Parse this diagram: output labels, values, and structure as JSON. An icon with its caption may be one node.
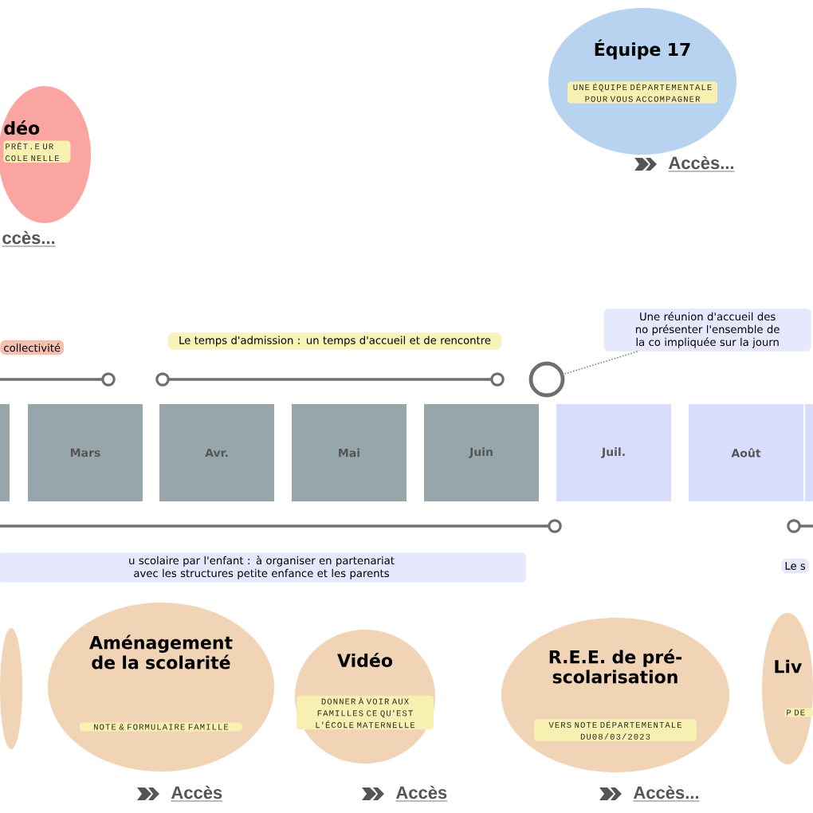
{
  "diagram": {
    "nodes": [
      {
        "text": [
          "déo",
          "PRÊT.E UR COLE NELLE"
        ],
        "beside": [
          "ccès..."
        ]
      },
      {
        "text": [
          "Équipe 17",
          "UNE ÉQUIPE DÉPARTEMENTALE POUR VOUS ACCOMPAGNER"
        ],
        "beside": [
          "Accès..."
        ]
      },
      {
        "text": [
          "collectivité"
        ]
      },
      {
        "text": [
          "Le temps d'admission : un temps d'accueil et de rencontre"
        ]
      },
      {
        "text": [],
        "shape": "circle"
      },
      {
        "text": [
          "Une réunion d'accueil des no présenter l'ensemble de la co impliquée sur la journ"
        ]
      },
      {
        "text": [],
        "shape": "box"
      },
      {
        "text": [
          "Mars"
        ]
      },
      {
        "text": [
          "Avr."
        ]
      },
      {
        "text": [
          "Mai"
        ]
      },
      {
        "text": [
          "Juin"
        ]
      },
      {
        "text": [
          "Juil."
        ]
      },
      {
        "text": [
          "Août"
        ]
      },
      {
        "text": [],
        "shape": "box"
      },
      {
        "text": [
          "u scolaire par l'enfant : à organiser en partenariat avec les structures petite enfance et les parents"
        ]
      },
      {
        "text": [
          "Le s"
        ]
      },
      {
        "text": [],
        "shape": "blob"
      },
      {
        "text": [
          "Aménagement de la scolarité",
          "NOTE & FORMULAIRE FAMILLE"
        ],
        "beside": [
          "Accès"
        ]
      },
      {
        "text": [
          "Vidéo",
          "DONNER À VOIR AUX FAMILLES CE QU'EST L'ÉCOLE MATERNELLE"
        ],
        "beside": [
          "Accès"
        ]
      },
      {
        "text": [
          "R.E.E. de pré-scolarisation",
          "VERS NOTE DÉPARTEMENTALE DU08/03/2023"
        ],
        "beside": [
          "Accès..."
        ]
      },
      {
        "text": [
          "Liv",
          "P DE"
        ]
      }
    ],
    "edges": [
      {
        "from": 5,
        "to": 4,
        "arrow": "none",
        "style": "dashed"
      }
    ]
  }
}
